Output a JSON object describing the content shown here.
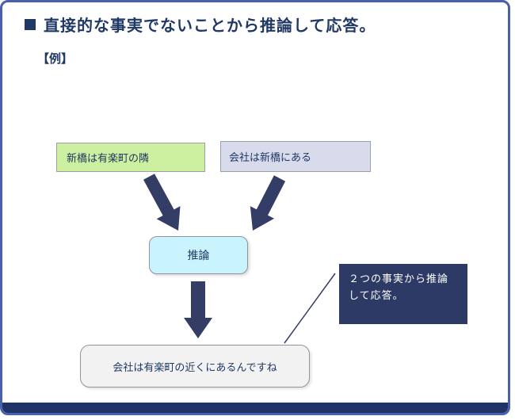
{
  "slide": {
    "title": "直接的な事実でないことから推論して応答。",
    "example_label": "【例】"
  },
  "diagram": {
    "facts": [
      {
        "text": "新橋は有楽町の隣"
      },
      {
        "text": "会社は新橋にある"
      }
    ],
    "inference": {
      "label": "推論"
    },
    "result": {
      "text": "会社は有楽町の近くにあるんですね"
    },
    "callout": {
      "text": "２つの事実から推論して応答。"
    }
  },
  "colors": {
    "border": "#4a5fae",
    "title_text": "#1f3864",
    "bottom_bar": "#203366",
    "arrow": "#333d66",
    "fact1_bg": "#ccf0a0",
    "fact2_bg": "#d8dbec",
    "inference_bg": "#c9f4fd",
    "result_bg": "#f2f2f2",
    "callout_bg": "#2e3a66",
    "callout_text": "#ffffff"
  }
}
